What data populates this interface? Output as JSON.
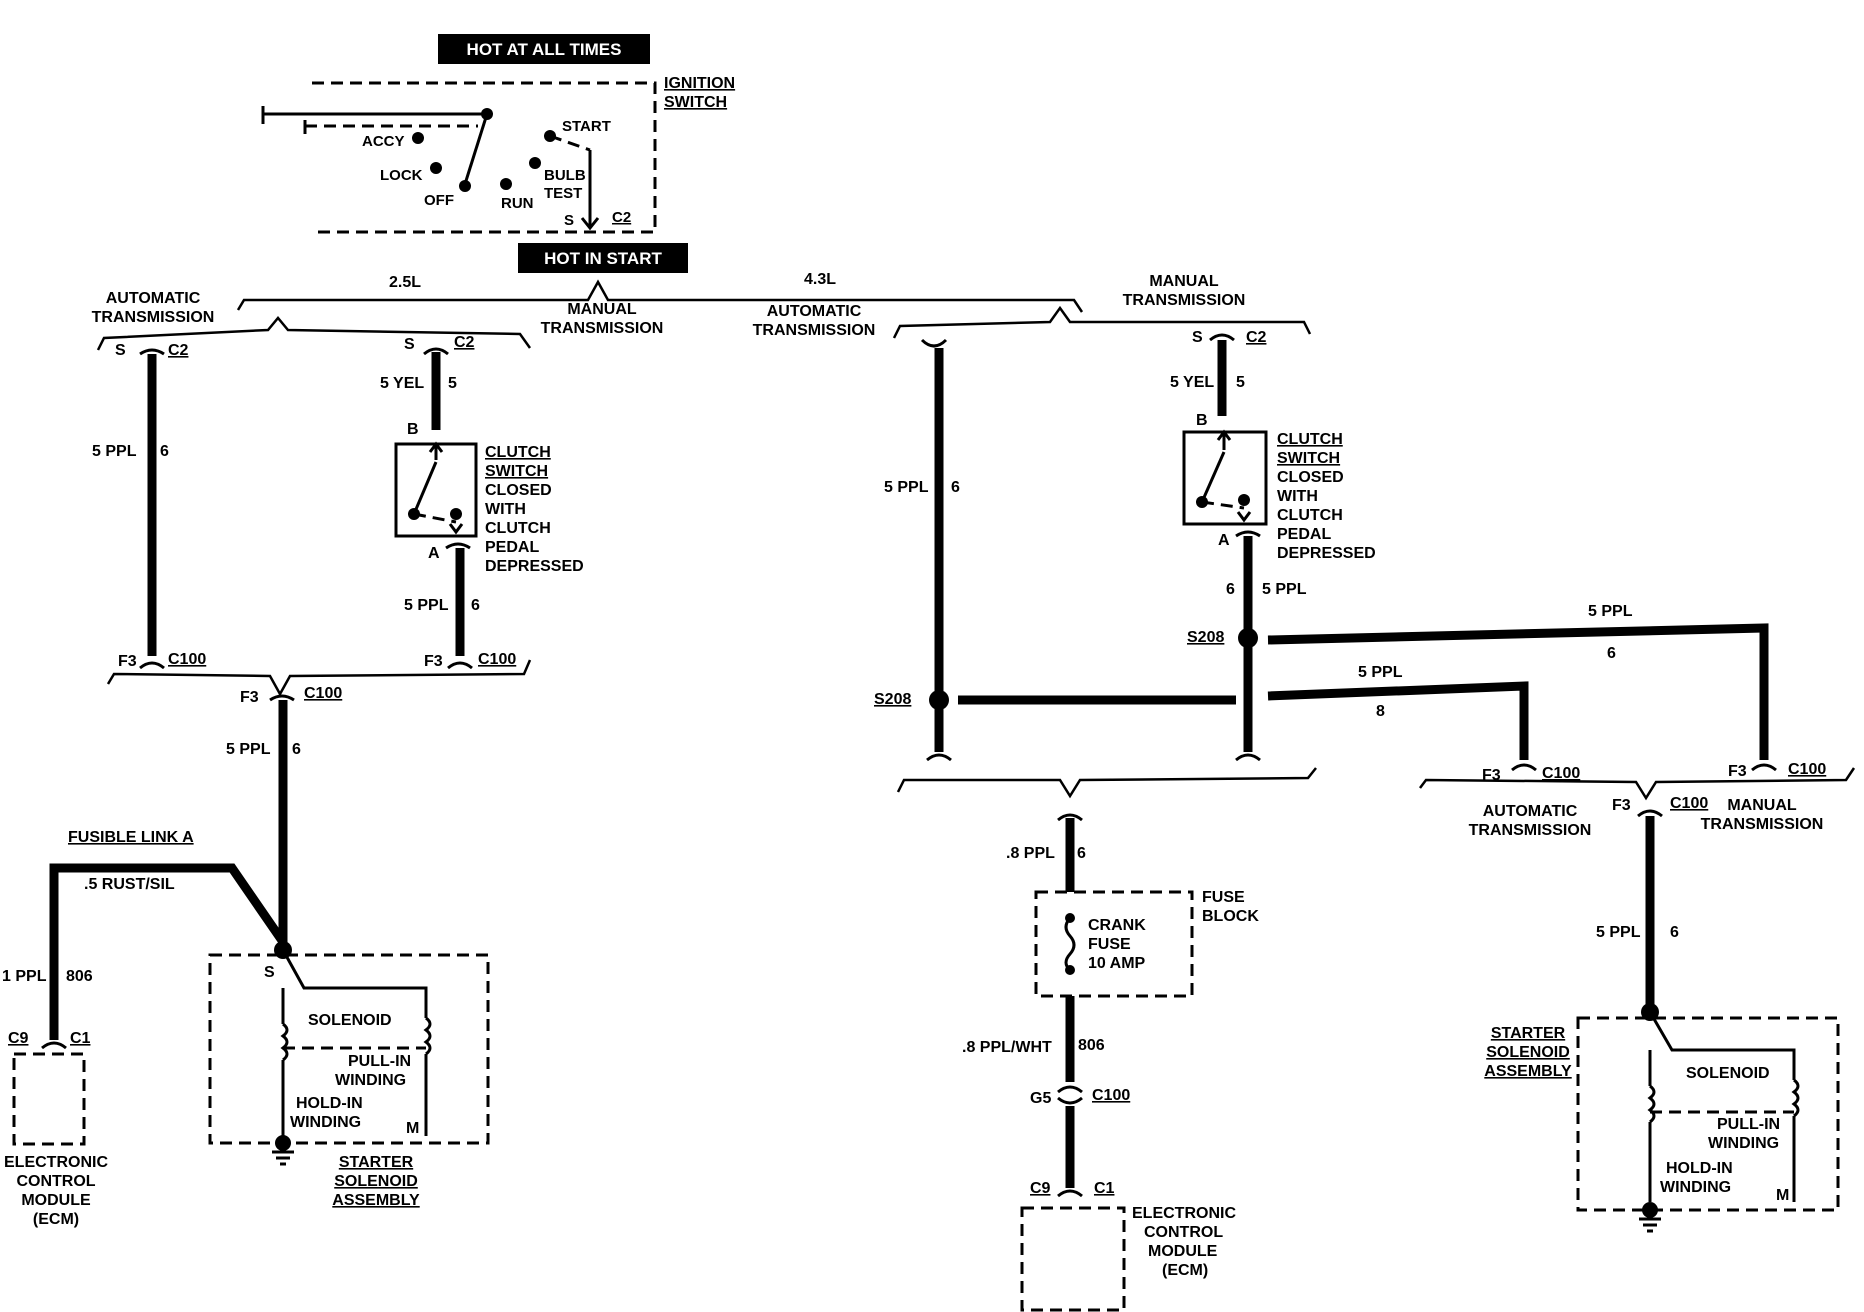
{
  "banners": {
    "hot_at_all_times": "HOT AT ALL TIMES",
    "hot_in_start": "HOT IN START"
  },
  "ignition_switch": {
    "title_1": "IGNITION",
    "title_2": "SWITCH",
    "accy": "ACCY",
    "lock": "LOCK",
    "off": "OFF",
    "run": "RUN",
    "start": "START",
    "bulb": "BULB",
    "test": "TEST",
    "s": "S",
    "c2": "C2"
  },
  "engines": {
    "l25": "2.5L",
    "l43": "4.3L"
  },
  "left": {
    "auto_1": "AUTOMATIC",
    "auto_2": "TRANSMISSION",
    "man_1": "MANUAL",
    "man_2": "TRANSMISSION",
    "auto_s": "S",
    "auto_c2": "C2",
    "auto_ppl": "5 PPL",
    "auto_6": "6",
    "auto_f3": "F3",
    "auto_c100": "C100",
    "man_s": "S",
    "man_c2": "C2",
    "man_yel": "5 YEL",
    "man_5": "5",
    "man_b": "B",
    "clutch": [
      "CLUTCH",
      "SWITCH",
      "CLOSED",
      "WITH",
      "CLUTCH",
      "PEDAL",
      "DEPRESSED"
    ],
    "man_a": "A",
    "man_ppl": "5 PPL",
    "man_6": "6",
    "man_f3": "F3",
    "man_c100": "C100",
    "join_f3": "F3",
    "join_c100": "C100",
    "join_ppl": "5 PPL",
    "join_6": "6",
    "fusible": "FUSIBLE LINK A",
    "rust": ".5 RUST/SIL",
    "ecm_ppl": "1 PPL",
    "ecm_806": "806",
    "c9": "C9",
    "c1": "C1",
    "ecm": [
      "ELECTRONIC",
      "CONTROL",
      "MODULE",
      "(ECM)"
    ],
    "sol_s": "S",
    "solenoid": "SOLENOID",
    "pullin": [
      "PULL-IN",
      "WINDING"
    ],
    "holdin": [
      "HOLD-IN",
      "WINDING"
    ],
    "m": "M",
    "starter": [
      "STARTER",
      "SOLENOID",
      "ASSEMBLY"
    ]
  },
  "right": {
    "auto_1": "AUTOMATIC",
    "auto_2": "TRANSMISSION",
    "man_1": "MANUAL",
    "man_2": "TRANSMISSION",
    "auto_ppl": "5 PPL",
    "auto_6": "6",
    "s208_left": "S208",
    "man_s": "S",
    "man_c2": "C2",
    "man_yel": "5 YEL",
    "man_5": "5",
    "man_b": "B",
    "clutch": [
      "CLUTCH",
      "SWITCH",
      "CLOSED",
      "WITH",
      "CLUTCH",
      "PEDAL",
      "DEPRESSED"
    ],
    "man_a": "A",
    "man_6": "6",
    "man_ppl": "5 PPL",
    "s208_right": "S208",
    "top_ppl": "5 PPL",
    "top_6": "6",
    "mid_ppl": "5 PPL",
    "mid_8": "8",
    "fuse_ppl": ".8 PPL",
    "fuse_6": "6",
    "fuse_block": [
      "FUSE",
      "BLOCK"
    ],
    "crank": [
      "CRANK",
      "FUSE",
      "10 AMP"
    ],
    "wht": ".8 PPL/WHT",
    "w806": "806",
    "g5": "G5",
    "c100": "C100",
    "c9": "C9",
    "c1": "C1",
    "ecm": [
      "ELECTRONIC",
      "CONTROL",
      "MODULE",
      "(ECM)"
    ],
    "at_f3": "F3",
    "at_c100": "C100",
    "mt_f3": "F3",
    "mt_c100": "C100",
    "at_1": "AUTOMATIC",
    "at_2": "TRANSMISSION",
    "mt_1": "MANUAL",
    "mt_2": "TRANSMISSION",
    "jn_f3": "F3",
    "jn_c100": "C100",
    "st_ppl": "5 PPL",
    "st_6": "6",
    "starter": [
      "STARTER",
      "SOLENOID",
      "ASSEMBLY"
    ],
    "solenoid": "SOLENOID",
    "pullin": [
      "PULL-IN",
      "WINDING"
    ],
    "holdin": [
      "HOLD-IN",
      "WINDING"
    ],
    "m": "M"
  }
}
